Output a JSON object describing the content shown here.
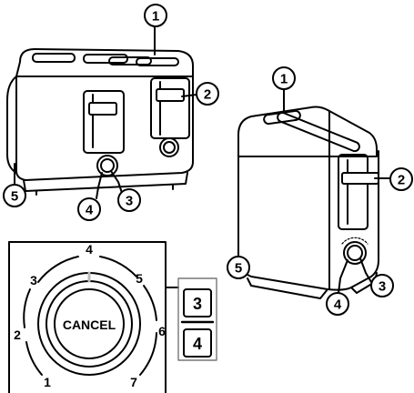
{
  "callouts": {
    "n1": "1",
    "n2": "2",
    "n3": "3",
    "n4": "4",
    "n5": "5"
  },
  "dial": {
    "center_text": "CANCEL",
    "scale": [
      "1",
      "2",
      "3",
      "4",
      "5",
      "6",
      "7"
    ]
  },
  "legend": {
    "top": "3",
    "bottom": "4"
  }
}
